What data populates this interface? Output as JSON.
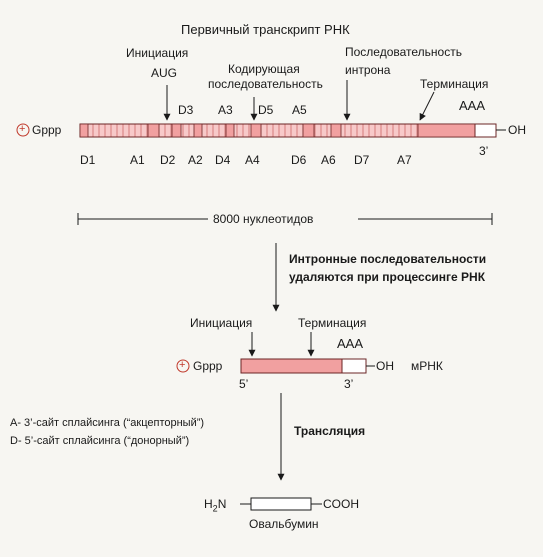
{
  "title": "Первичный транскрипт РНК",
  "colors": {
    "exon": "#f1a0a0",
    "intron": "#f7c9c9",
    "stroke": "#6b2525",
    "ink": "#1a1a1a",
    "bg": "#f7f6f2"
  },
  "transcript": {
    "label_initiation": [
      "Инициация",
      "AUG"
    ],
    "label_coding": [
      "Кодирующая",
      "последовательность"
    ],
    "label_intron": [
      "Последовательность",
      "интрона"
    ],
    "label_termination": "Терминация",
    "polyA": "AAA",
    "cap": "Gppp",
    "cap_symbol": "+",
    "oh": "OH",
    "three_prime": "3’",
    "top_sites": [
      "D3",
      "A3",
      "D5",
      "A5"
    ],
    "bottom_sites": [
      "D1",
      "A1",
      "D2",
      "A2",
      "D4",
      "A4",
      "D6",
      "A6",
      "D7",
      "A7"
    ]
  },
  "scale": {
    "label": "8000 нуклеотидов"
  },
  "processing": {
    "line1": "Интронные последовательности",
    "line2": "удаляются при процессинге РНК"
  },
  "mrna": {
    "initiation": "Инициация",
    "termination": "Терминация",
    "polyA": "AAA",
    "cap": "Gppp",
    "cap_symbol": "+",
    "oh": "OH",
    "five_prime": "5’",
    "three_prime": "3’",
    "label": "мРНК"
  },
  "legend": {
    "a": "А- 3’-сайт сплайсинга (“акцепторный”)",
    "d": "D- 5’-сайт сплайсинга (“донорный”)"
  },
  "translation": "Трансляция",
  "protein": {
    "n_term": "H",
    "n_sub": "2",
    "n_suffix": "N",
    "c_term": "COOH",
    "name": "Овальбумин"
  }
}
